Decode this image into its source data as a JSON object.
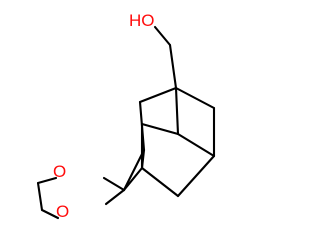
{
  "molecule": {
    "atom_labels": {
      "hydroxyl": "HO",
      "ring_oxygen_upper": "O",
      "ring_oxygen_lower": "O"
    }
  },
  "colors": {
    "bond": "#000000",
    "oxygen": "#ff0d0d",
    "background": "#ffffff"
  }
}
